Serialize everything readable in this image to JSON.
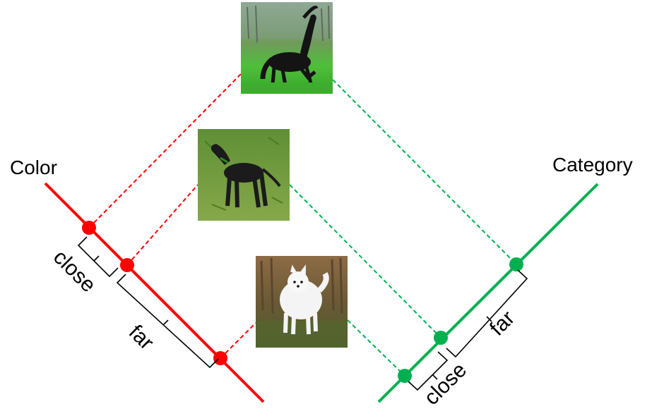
{
  "axes": {
    "color": {
      "title": "Color",
      "color": "#ff0000"
    },
    "category": {
      "title": "Category",
      "color": "#00b050"
    }
  },
  "distance_labels": {
    "color_close": "close",
    "color_far": "far",
    "category_close": "close",
    "category_far": "far"
  },
  "images": [
    {
      "name": "black-horse-image",
      "subject": "black horse on grass",
      "palette": [
        "#6fba47",
        "#1a1a1a",
        "#3c7f2a"
      ]
    },
    {
      "name": "black-dog-image",
      "subject": "black dog on grass",
      "palette": [
        "#6a9a3a",
        "#1c1c1c",
        "#4f7d2c"
      ]
    },
    {
      "name": "white-dog-image",
      "subject": "white fluffy dog on path",
      "palette": [
        "#7b5b3a",
        "#f2f2f2",
        "#4c6a2b"
      ]
    }
  ]
}
